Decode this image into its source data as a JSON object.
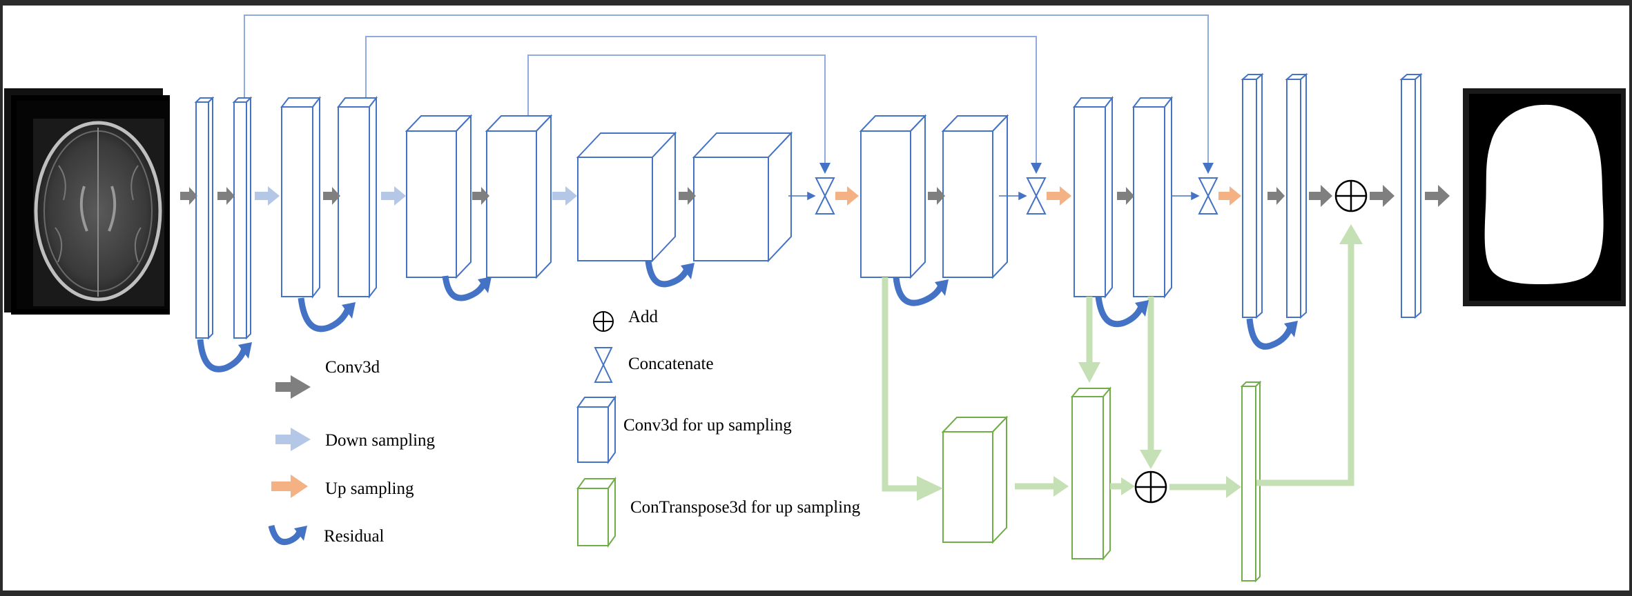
{
  "legend": {
    "conv3d": "Conv3d",
    "down_sampling": "Down sampling",
    "up_sampling": "Up sampling",
    "residual": "Residual",
    "add": "Add",
    "concatenate": "Concatenate",
    "conv3d_up": "Conv3d for up sampling",
    "contranspose_up": "ConTranspose3d for up sampling"
  },
  "colors": {
    "conv_arrow": "#7f7f7f",
    "down_arrow": "#b4c7e7",
    "up_arrow": "#f4b183",
    "residual": "#4472c4",
    "block_blue": "#4472c4",
    "block_green": "#70ad47",
    "deep_supervision": "#c5e0b4",
    "skip_line": "#8faadc"
  },
  "images": {
    "input": "brain-mri-slice",
    "output": "brain-mask"
  }
}
